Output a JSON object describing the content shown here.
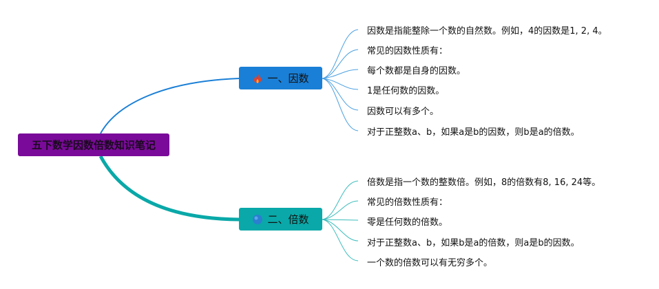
{
  "root": {
    "label": "五下数学因数倍数知识笔记",
    "color": "#7a0a99"
  },
  "branches": [
    {
      "label": "一、因数",
      "color": "#1a7fd6",
      "icon": "fire-icon",
      "leaves": [
        "因数是指能整除一个数的自然数。例如，4的因数是1, 2, 4。",
        "常见的因数性质有：",
        "每个数都是自身的因数。",
        "1是任何数的因数。",
        "因数可以有多个。",
        "对于正整数a、b，如果a是b的因数，则b是a的倍数。"
      ]
    },
    {
      "label": "二、倍数",
      "color": "#0aa8a8",
      "icon": "blue-circle-icon",
      "leaves": [
        "倍数是指一个数的整数倍。例如，8的倍数有8, 16, 24等。",
        "常见的倍数性质有：",
        "零是任何数的倍数。",
        "对于正整数a、b，如果b是a的倍数，则a是b的因数。",
        "一个数的倍数可以有无穷多个。"
      ]
    }
  ],
  "colors": {
    "branch1_link": "#1a7fd6",
    "branch2_link": "#0aa8a8",
    "leaf_link_1": "#4a9fe0",
    "leaf_link_2": "#3bbcbc"
  }
}
